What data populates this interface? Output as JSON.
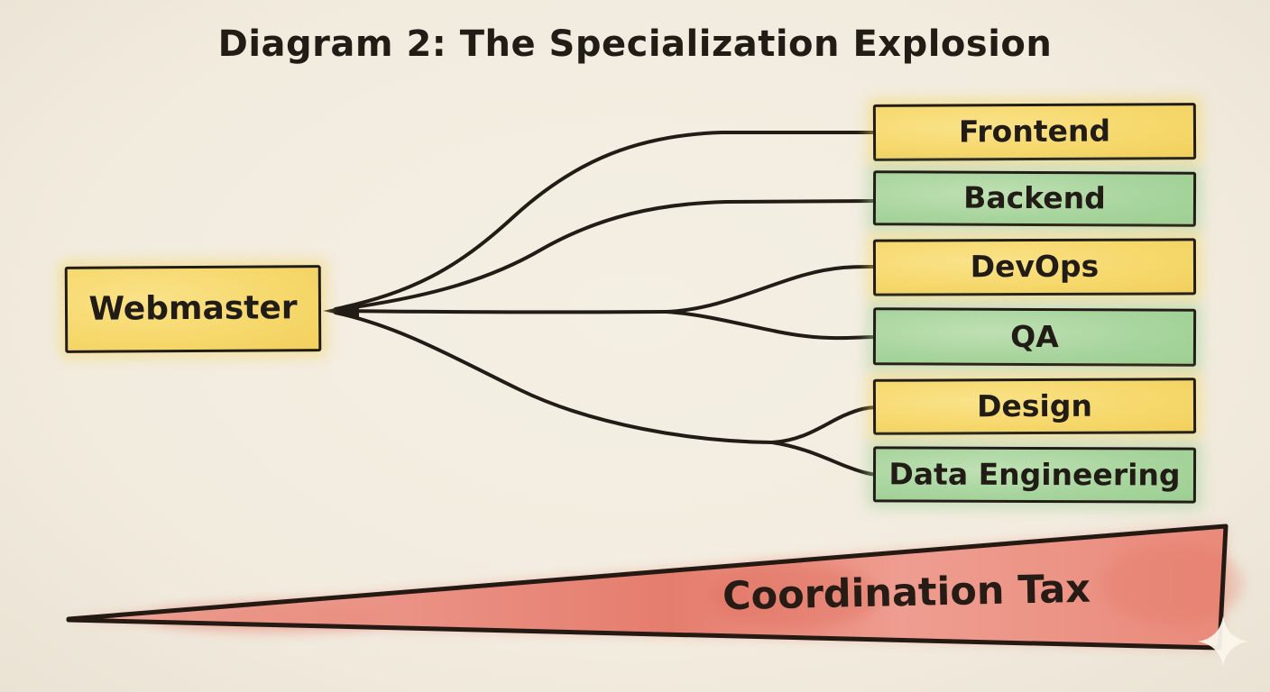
{
  "title": "Diagram 2: The Specialization Explosion",
  "diagram": {
    "source": {
      "label": "Webmaster",
      "color": "#f6d86c"
    },
    "specializations": [
      {
        "label": "Frontend",
        "color": "#f6d86c"
      },
      {
        "label": "Backend",
        "color": "#a8d59e"
      },
      {
        "label": "DevOps",
        "color": "#f6d86c"
      },
      {
        "label": "QA",
        "color": "#a8d59e"
      },
      {
        "label": "Design",
        "color": "#f6d86c"
      },
      {
        "label": "Data Engineering",
        "color": "#a8d59e"
      }
    ],
    "tax": {
      "label": "Coordination Tax",
      "color": "#e9897b"
    }
  },
  "colors": {
    "paper": "#f2ecdf",
    "ink": "#211c16",
    "yellow": "#f6d86c",
    "green": "#a8d59e",
    "tax-red": "#e9897b",
    "sparkle": "#fbf6ea"
  }
}
